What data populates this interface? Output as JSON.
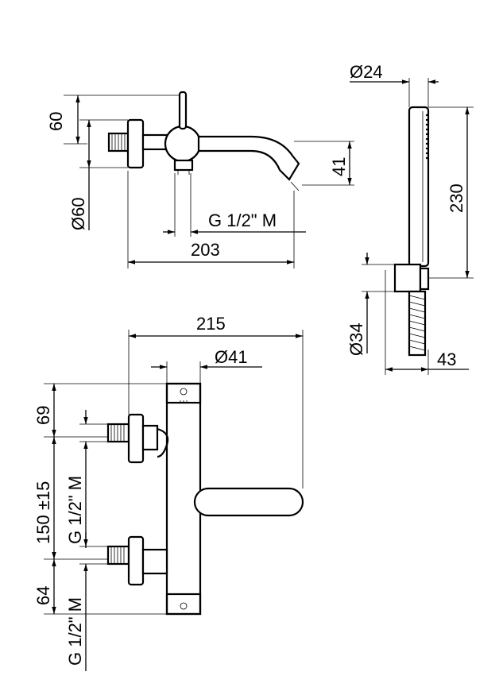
{
  "dimensions": {
    "top_height_60": "60",
    "top_diameter_60": "Ø60",
    "spout_drop_41": "41",
    "top_thread": "G 1/2\" M",
    "top_length_203": "203",
    "hand_diameter_24": "Ø24",
    "hand_length_230": "230",
    "holder_diameter_34": "Ø34",
    "holder_depth_43": "43",
    "front_width_215": "215",
    "front_diameter_41": "Ø41",
    "front_top_69": "69",
    "front_centers": "150 ±15",
    "front_thread_upper": "G 1/2\" M",
    "front_bottom_64": "64",
    "front_thread_lower": "G 1/2\" M"
  }
}
